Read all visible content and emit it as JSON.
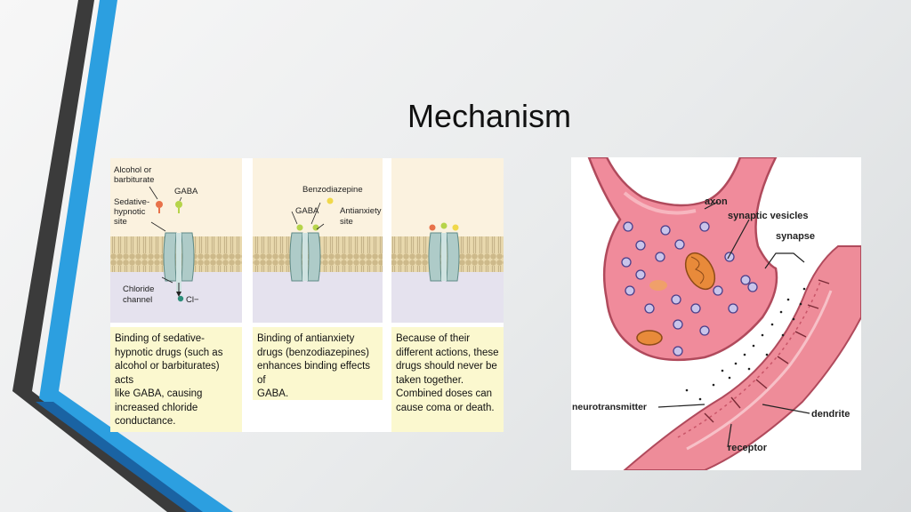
{
  "slide": {
    "title": "Mechanism",
    "accent_colors": {
      "dark": "#3b3b3b",
      "blue": "#2c9fe0",
      "navy": "#1a63a3"
    }
  },
  "left_figure": {
    "panels": [
      {
        "labels": {
          "alcohol": [
            "Alcohol or",
            "barbiturate"
          ],
          "gaba": "GABA",
          "site": [
            "Sedative-",
            "hypnotic",
            "site"
          ],
          "channel": [
            "Chloride",
            "channel"
          ],
          "ion": "Cl−"
        },
        "caption": [
          "Binding of sedative-",
          "hypnotic drugs (such as",
          "alcohol or barbiturates) acts",
          "like GABA, causing",
          "increased chloride",
          "conductance."
        ]
      },
      {
        "labels": {
          "benzo": "Benzodiazepine",
          "gaba": "GABA",
          "site": [
            "Antianxiety",
            "site"
          ]
        },
        "caption": [
          "Binding of antianxiety",
          "drugs (benzodiazepines)",
          "enhances binding effects of",
          "GABA."
        ]
      },
      {
        "labels": {},
        "caption": [
          "Because of their",
          "different actions, these",
          "drugs should never be",
          "taken together.",
          "Combined doses can",
          "cause coma or death."
        ]
      }
    ]
  },
  "synapse_figure": {
    "labels": {
      "axon": "axon",
      "vesicles": "synaptic vesicles",
      "synapse": "synapse",
      "neurotransmitter": "neurotransmitter",
      "dendrite": "dendrite",
      "receptor": "receptor"
    }
  }
}
